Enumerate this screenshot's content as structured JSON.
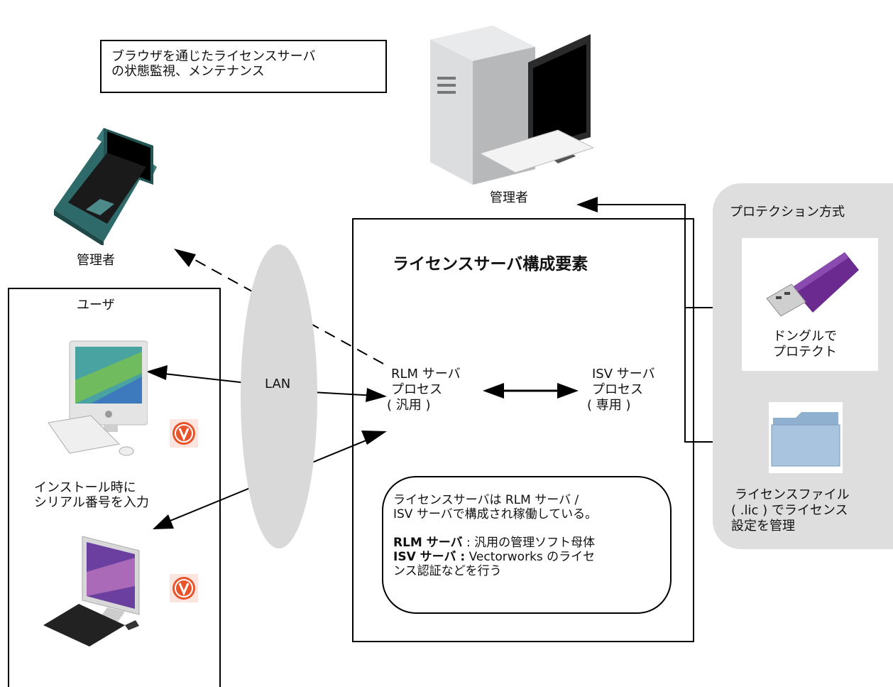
{
  "browser_note": {
    "line1": "ブラウザを通じたライセンスサーバ",
    "line2": "の状態監視、メンテナンス"
  },
  "admin_top": {
    "label": "管理者"
  },
  "admin_left": {
    "label": "管理者"
  },
  "user_box": {
    "title": "ユーザ",
    "install_line1": "インストール時に",
    "install_line2": "シリアル番号を入力"
  },
  "lan": {
    "label": "LAN"
  },
  "server": {
    "title": "ライセンスサーバ構成要素",
    "rlm": {
      "line1": "RLM サーバ",
      "line2": "プロセス",
      "line3": "( 汎用 )"
    },
    "isv": {
      "line1": "ISV サーバ",
      "line2": "プロセス",
      "line3": "( 専用 )"
    },
    "note": {
      "line1": "ライセンスサーバは RLM サーバ /",
      "line2": "ISV サーバで構成され稼働している。",
      "rlm_term": "RLM サーバ",
      "rlm_desc": " : 汎用の管理ソフト母体",
      "isv_term": "ISV サーバ :",
      "isv_desc": " Vectorworks のライセ",
      "line5": "ンス認証などを行う"
    }
  },
  "protection": {
    "title": "プロテクション方式",
    "dongle": {
      "line1": "ドングルで",
      "line2": "プロテクト"
    },
    "file": {
      "line1": "ライセンスファイル",
      "line2": "( .lic ) でライセンス",
      "line3": "設定を管理"
    }
  },
  "badge_letter": "V"
}
